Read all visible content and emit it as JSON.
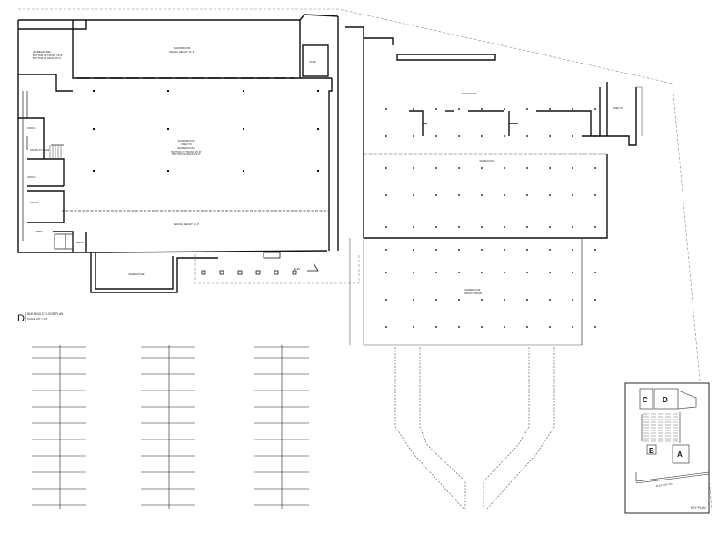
{
  "plan_title": {
    "letter": "D",
    "name": "BUILDING D FLOOR PLAN",
    "scale": "SCALE: 1/8\" = 1'-0\""
  },
  "rooms": {
    "warehouse_left": "WAREHOUSE",
    "warehouse_left_note": "BOTTOM OF TRUSS: 15'-8\"",
    "warehouse_left_note2": "BOTTOM OF DECK: 19'-0\"",
    "showroom_top": "SHOWROOM",
    "showroom_top_note": "CEILING HEIGHT: 11'-0\"",
    "storage": "STOR",
    "showroom_main": "SHOWROOM",
    "showroom_main_note": "OPEN TO",
    "showroom_main_2": "WAREHOUSE",
    "showroom_main_note2": "BOTTOM OF TRUSS: 15'-8\"",
    "showroom_main_note3": "BOTTOM OF DECK: 19'-0\"",
    "showroom_lower": "CEILING HEIGHT: 11'-0\"",
    "office_1": "OFFICE",
    "office_2": "OFFICE",
    "office_3": "OFFICE",
    "stairs": "STAIRS TO MEZZ",
    "lobby": "LOBBY",
    "mech": "MECH",
    "warehouse_front": "WAREHOUSE",
    "showroom_right": "SHOWROOM",
    "showroom_right_note": "OPEN TO",
    "warehouse_right": "WAREHOUSE",
    "warehouse_canopy": "WAREHOUSE",
    "warehouse_canopy_note": "CANOPY ABOVE",
    "elevator": "ELEV"
  },
  "key_plan": {
    "title": "KEY PLAN",
    "road": "BUDLEIGH RD",
    "letters": [
      "C",
      "D",
      "B",
      "A"
    ]
  },
  "colors": {
    "line": "#111111",
    "thin": "#444444",
    "dash": "#888888"
  }
}
